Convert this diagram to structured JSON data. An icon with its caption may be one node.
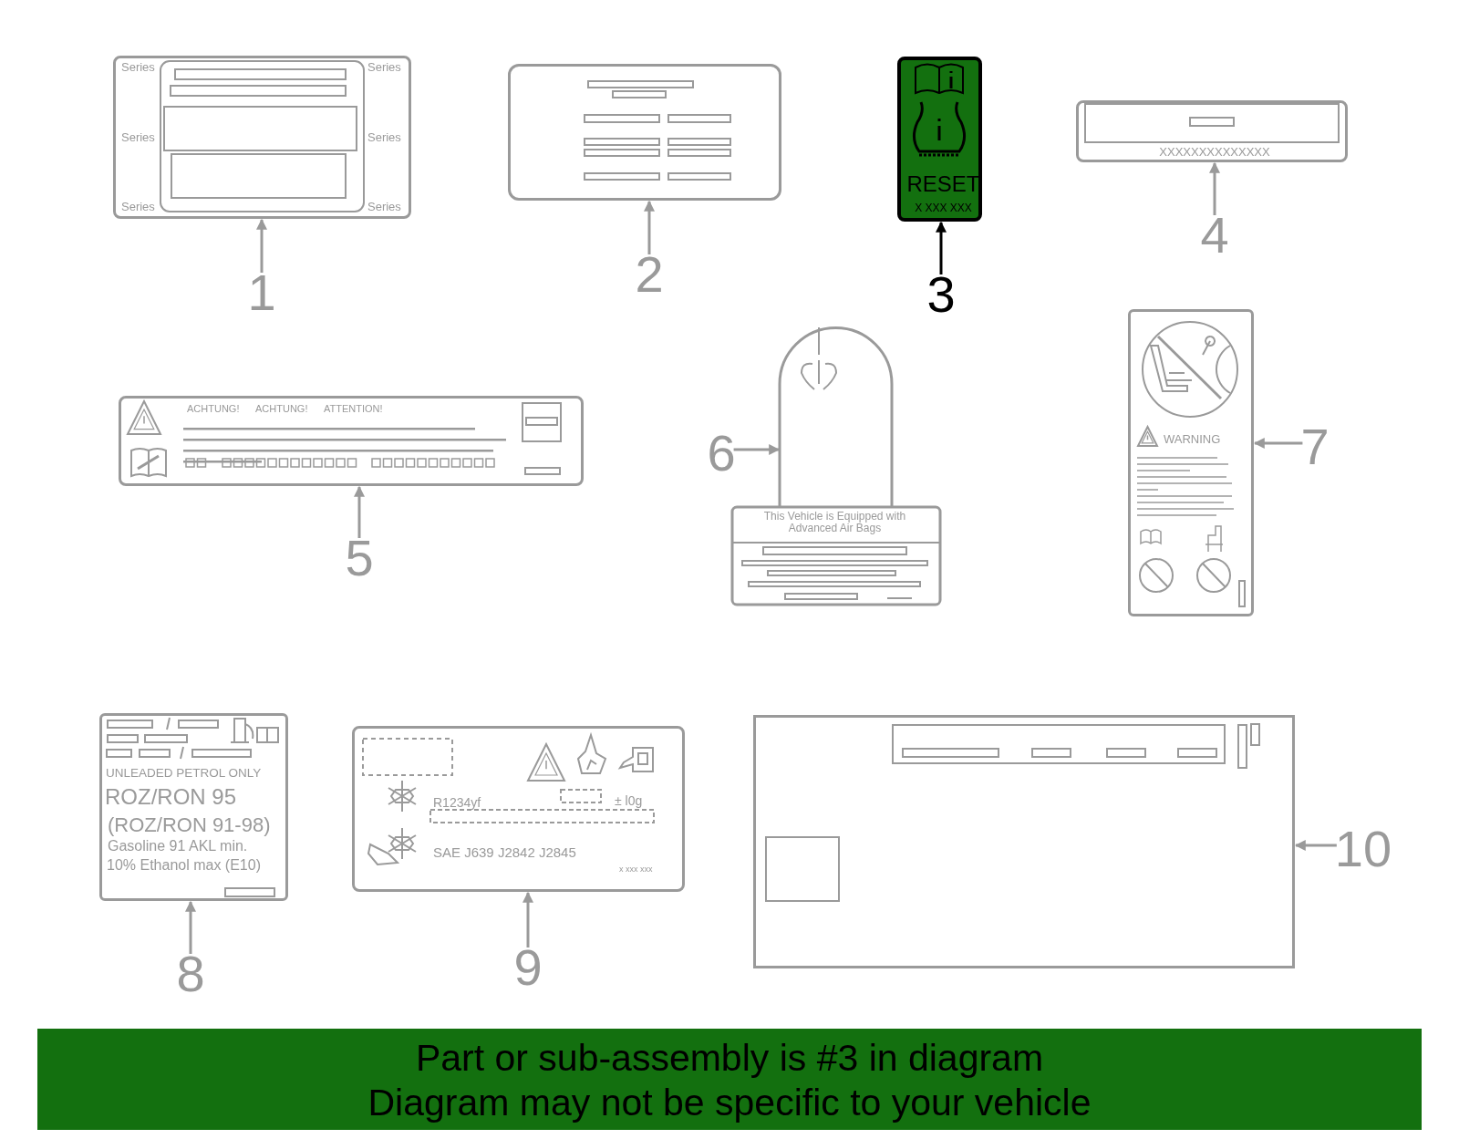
{
  "diagram": {
    "nodes": [
      {
        "text": [
          "Series",
          "Series",
          "Series",
          "Series",
          "Series",
          "Series"
        ]
      },
      {
        "text": [
          "1"
        ]
      },
      {
        "text": [],
        "shape": "box"
      },
      {
        "text": [
          "2"
        ]
      },
      {
        "text": [
          "RESET",
          "X XXX XXX"
        ]
      },
      {
        "text": [
          "3"
        ]
      },
      {
        "text": [
          "XXXXXXXXXXXXXX"
        ]
      },
      {
        "text": [
          "4"
        ]
      },
      {
        "text": [
          "ACHTUNG!",
          "ACHTUNG!",
          "ATTENTION!"
        ]
      },
      {
        "text": [
          "5"
        ]
      },
      {
        "text": [
          "This Vehicle is Equipped with Advanced Air Bags"
        ]
      },
      {
        "text": [
          "6"
        ]
      },
      {
        "text": [
          "WARNING"
        ]
      },
      {
        "text": [
          "7"
        ]
      },
      {
        "text": [
          "UNLEADED PETROL ONLY",
          "ROZ/RON 95",
          "(ROZ/RON 91-98)",
          "Gasoline 91 AKL min.",
          "10% Ethanol max (E10)"
        ]
      },
      {
        "text": [
          "8"
        ]
      },
      {
        "text": [
          "R1234yf",
          "± l0g",
          "SAE J639 J2842 J2845",
          "x xxx xxx"
        ]
      },
      {
        "text": [
          "9"
        ]
      },
      {
        "text": [],
        "shape": "box"
      },
      {
        "text": [
          "10"
        ]
      }
    ],
    "edges": [
      {
        "from": 1,
        "to": 0,
        "arrow": "to"
      },
      {
        "from": 3,
        "to": 2,
        "arrow": "to"
      },
      {
        "from": 5,
        "to": 4,
        "arrow": "to",
        "color": "#000000"
      },
      {
        "from": 7,
        "to": 6,
        "arrow": "to"
      },
      {
        "from": 9,
        "to": 8,
        "arrow": "to"
      },
      {
        "from": 11,
        "to": 10,
        "arrow": "to"
      },
      {
        "from": 13,
        "to": 12,
        "arrow": "to"
      },
      {
        "from": 15,
        "to": 14,
        "arrow": "to"
      },
      {
        "from": 17,
        "to": 16,
        "arrow": "to"
      },
      {
        "from": 19,
        "to": 18,
        "arrow": "to"
      }
    ],
    "labels": [
      "Part or sub-assembly is #3 in diagram",
      "Diagram may not be specific to your vehicle"
    ]
  }
}
